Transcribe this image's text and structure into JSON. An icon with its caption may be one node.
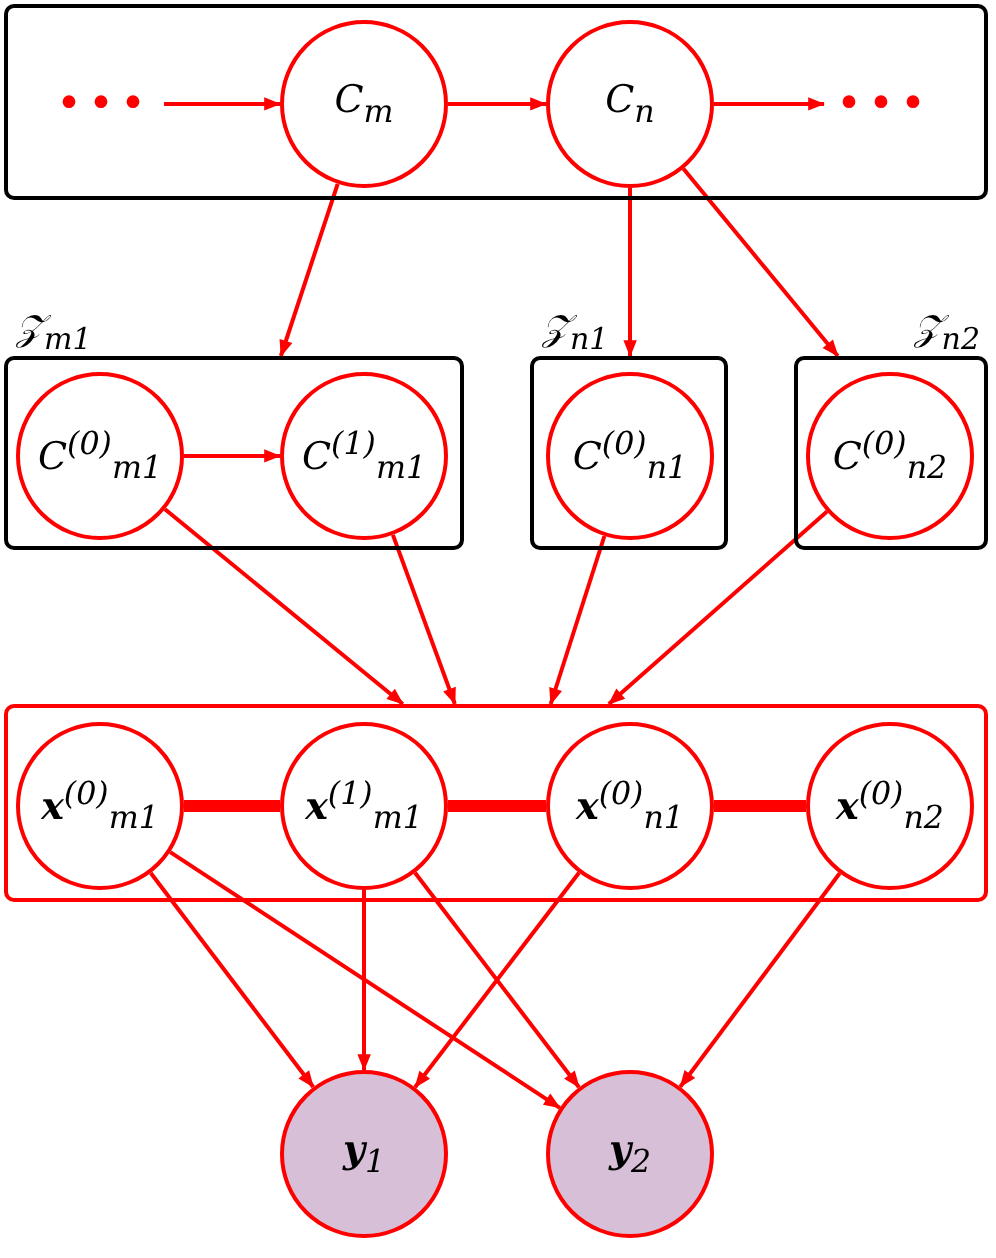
{
  "diagram": {
    "nodes": [
      {
        "text": [],
        "shape": "box"
      },
      {
        "text": [
          "•••"
        ],
        "in": 0
      },
      {
        "text": [
          "C$_{m}$"
        ],
        "in": 0
      },
      {
        "text": [
          "C$_{n}$"
        ],
        "in": 0
      },
      {
        "text": [
          "•••"
        ],
        "in": 0
      },
      {
        "text": [
          "𝒵$_{m1}$"
        ]
      },
      {
        "text": [
          "C$^{(0)}$$_{m1}$"
        ],
        "in": 5
      },
      {
        "text": [
          "C$^{(1)}$$_{m1}$"
        ],
        "in": 5
      },
      {
        "text": [
          "𝒵$_{n1}$"
        ]
      },
      {
        "text": [
          "C$^{(0)}$$_{n1}$"
        ],
        "in": 8
      },
      {
        "text": [
          "𝒵$_{n2}$"
        ]
      },
      {
        "text": [
          "C$^{(0)}$$_{n2}$"
        ],
        "in": 10
      },
      {
        "text": [],
        "shape": "box"
      },
      {
        "text": [
          "**x**$^{(0)}$$_{m1}$"
        ],
        "in": 12
      },
      {
        "text": [
          "**x**$^{(1)}$$_{m1}$"
        ],
        "in": 12
      },
      {
        "text": [
          "**x**$^{(0)}$$_{n1}$"
        ],
        "in": 12
      },
      {
        "text": [
          "**x**$^{(0)}$$_{n2}$"
        ],
        "in": 12
      },
      {
        "text": [
          "**y**$_{1}$"
        ]
      },
      {
        "text": [
          "**y**$_{2}$"
        ]
      }
    ],
    "edges": [
      {
        "from": 1,
        "to": 2,
        "arrow": "to"
      },
      {
        "from": 2,
        "to": 3,
        "arrow": "to"
      },
      {
        "from": 3,
        "to": 4,
        "arrow": "to"
      },
      {
        "from": 2,
        "to": 5,
        "arrow": "to"
      },
      {
        "from": 3,
        "to": 8,
        "arrow": "to"
      },
      {
        "from": 3,
        "to": 10,
        "arrow": "to"
      },
      {
        "from": 6,
        "to": 7,
        "arrow": "to"
      },
      {
        "from": 6,
        "to": 12,
        "arrow": "to"
      },
      {
        "from": 7,
        "to": 12,
        "arrow": "to"
      },
      {
        "from": 9,
        "to": 12,
        "arrow": "to"
      },
      {
        "from": 11,
        "to": 12,
        "arrow": "to"
      },
      {
        "from": 13,
        "to": 14,
        "arrow": "none",
        "style": "thick"
      },
      {
        "from": 14,
        "to": 15,
        "arrow": "none",
        "style": "thick"
      },
      {
        "from": 15,
        "to": 16,
        "arrow": "none",
        "style": "thick"
      },
      {
        "from": 13,
        "to": 17,
        "arrow": "to"
      },
      {
        "from": 13,
        "to": 18,
        "arrow": "to"
      },
      {
        "from": 14,
        "to": 17,
        "arrow": "to"
      },
      {
        "from": 14,
        "to": 18,
        "arrow": "to"
      },
      {
        "from": 15,
        "to": 17,
        "arrow": "to"
      },
      {
        "from": 16,
        "to": 18,
        "arrow": "to"
      }
    ]
  }
}
